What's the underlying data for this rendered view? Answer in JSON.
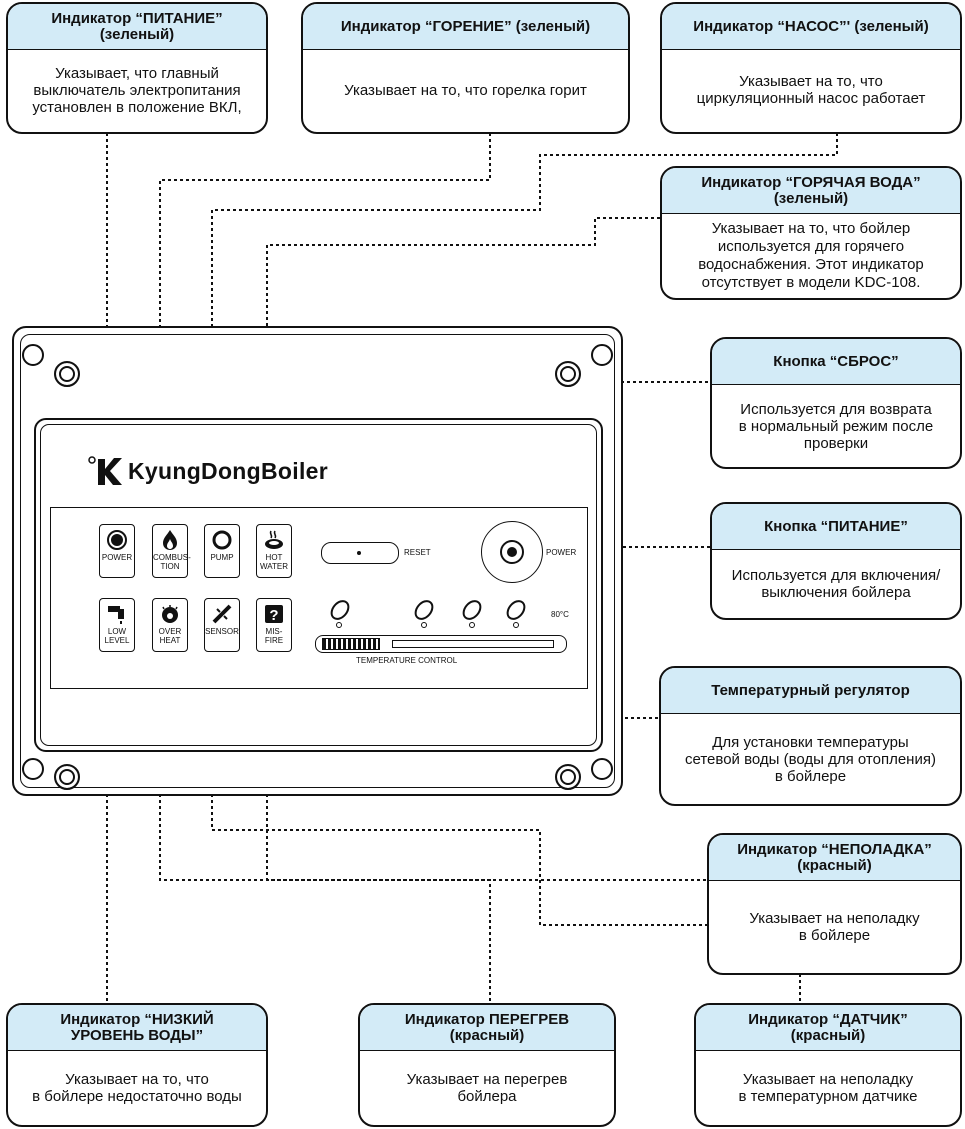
{
  "panel": {
    "brand": "KyungDongBoiler",
    "indicators": [
      {
        "label": "POWER",
        "icon": "power-dot-icon"
      },
      {
        "label": "COMBUS-\nTION",
        "icon": "flame-icon"
      },
      {
        "label": "PUMP",
        "icon": "pump-ring-icon"
      },
      {
        "label": "HOT\nWATER",
        "icon": "hot-water-icon"
      },
      {
        "label": "LOW\nLEVEL",
        "icon": "faucet-icon"
      },
      {
        "label": "OVER\nHEAT",
        "icon": "overheat-icon"
      },
      {
        "label": "SENSOR",
        "icon": "sensor-icon"
      },
      {
        "label": "MIS-\nFIRE",
        "icon": "misfire-icon"
      }
    ],
    "reset_label": "RESET",
    "power_label": "POWER",
    "temp_label": "TEMPERATURE CONTROL",
    "temp_max": "80°C"
  },
  "callouts": {
    "power_ind": {
      "title": "Индикатор “ПИТАНИЕ”\n(зеленый)",
      "body": "Указывает, что главный\nвыключатель электропитания\nустановлен в положение ВКЛ,"
    },
    "combustion_ind": {
      "title": "Индикатор “ГОРЕНИЕ” (зеленый)",
      "body": "Указывает на то, что горелка горит"
    },
    "pump_ind": {
      "title": "Индикатор “НАСОС”' (зеленый)",
      "body": "Указывает на то, что\nциркуляционный насос работает"
    },
    "hot_water_ind": {
      "title": "Индикатор “ГОРЯЧАЯ ВОДА”\n(зеленый)",
      "body": "Указывает на то, что бойлер\nиспользуется для горячего\nводоснабжения. Этот индикатор\nотсутствует в модели KDC-108."
    },
    "reset_btn": {
      "title": "Кнопка “СБРОС”",
      "body": "Используется для возврата\nв нормальный режим после\nпроверки"
    },
    "power_btn": {
      "title": "Кнопка “ПИТАНИЕ”",
      "body": "Используется для включения/\nвыключения бойлера"
    },
    "temp_reg": {
      "title": "Температурный регулятор",
      "body": "Для установки температуры\nсетевой воды (воды для отопления)\nв бойлере"
    },
    "misfire_ind": {
      "title": "Индикатор “НЕПОЛАДКА”\n(красный)",
      "body": "Указывает на неполадку\nв бойлере"
    },
    "low_level_ind": {
      "title": "Индикатор “НИЗКИЙ\nУРОВЕНЬ ВОДЫ”",
      "body": "Указывает на то, что\nв бойлере недостаточно воды"
    },
    "overheat_ind": {
      "title": "Индикатор ПЕРЕГРЕВ\n(красный)",
      "body": "Указывает на перегрев\nбойлера"
    },
    "sensor_ind": {
      "title": "Индикатор “ДАТЧИК”\n(красный)",
      "body": "Указывает на неполадку\nв температурном датчике"
    }
  }
}
